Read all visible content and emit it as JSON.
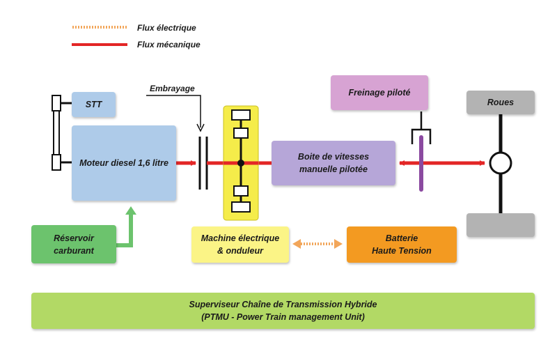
{
  "legend": {
    "electrical": {
      "label": "Flux électrique",
      "color": "#f2a65a"
    },
    "mechanical": {
      "label": "Flux mécanique",
      "color": "#e32626"
    }
  },
  "blocks": {
    "stt": "STT",
    "engine": "Moteur diesel 1,6 litre",
    "clutch": "Embrayage",
    "gearbox": "Boite de vitesses\nmanuelle pilotée",
    "braking": "Freinage piloté",
    "wheels": "Roues",
    "tank": "Réservoir\ncarburant",
    "electric_machine": "Machine électrique\n& onduleur",
    "battery": "Batterie\nHaute Tension",
    "supervisor": "Superviseur Chaîne de Transmission Hybride\n(PTMU - Power Train management Unit)"
  },
  "colors": {
    "blue": "#aecbe9",
    "purple": "#b6a6d8",
    "pink": "#d7a3d3",
    "gray": "#b3b3b3",
    "green": "#6cc36d",
    "yellow": "#fbf486",
    "orange": "#f39a21",
    "lime": "#b2d965",
    "shaft_yellow": "#f5ec4a",
    "brake_disc": "#8b4aa0"
  }
}
